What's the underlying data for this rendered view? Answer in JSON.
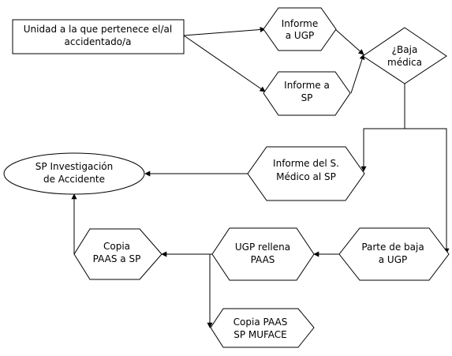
{
  "nodes": {
    "unidad": {
      "line1": "Unidad a la que pertenece el/al",
      "line2": "accidentado/a"
    },
    "informe_ugp": {
      "line1": "Informe",
      "line2": "a UGP"
    },
    "informe_sp": {
      "line1": "Informe a",
      "line2": "SP"
    },
    "baja_medica": {
      "line1": "¿Baja",
      "line2": "médica"
    },
    "informe_medico": {
      "line1": "Informe del S.",
      "line2": "Médico al SP"
    },
    "sp_investigacion": {
      "line1": "SP Investigación",
      "line2": "de Accidente"
    },
    "parte_baja": {
      "line1": "Parte de baja",
      "line2": "a UGP"
    },
    "ugp_rellena": {
      "line1": "UGP rellena",
      "line2": "PAAS"
    },
    "copia_paas_sp": {
      "line1": "Copia",
      "line2": "PAAS a SP"
    },
    "copia_paas_muface": {
      "line1": "Copia PAAS",
      "line2": "SP MUFACE"
    }
  },
  "colors": {
    "stroke": "#000000",
    "fill": "#ffffff",
    "text": "#000000"
  }
}
